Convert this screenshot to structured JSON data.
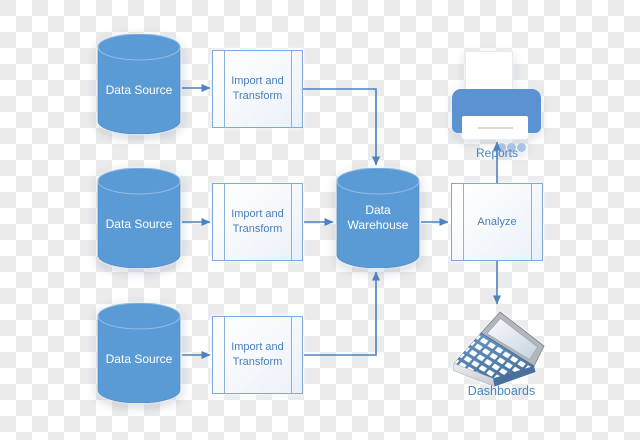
{
  "diagram": {
    "sources": [
      {
        "label": "Data Source"
      },
      {
        "label": "Data Source"
      },
      {
        "label": "Data Source"
      }
    ],
    "transforms": [
      {
        "line1": "Import and",
        "line2": "Transform"
      },
      {
        "line1": "Import and",
        "line2": "Transform"
      },
      {
        "line1": "Import and",
        "line2": "Transform"
      }
    ],
    "warehouse": {
      "line1": "Data",
      "line2": "Warehouse"
    },
    "analyze": {
      "label": "Analyze"
    },
    "reports": {
      "label": "Reports"
    },
    "dashboards": {
      "label": "Dashboards"
    },
    "icons": {
      "reports": "printer-icon",
      "dashboards": "laptop-icon"
    },
    "colors": {
      "shape_fill": "#5b9bd5",
      "shape_edge": "#4d87c4",
      "printer_body": "#5b92d2",
      "arrow": "#4d82c0",
      "box_border": "#7fa9d9",
      "box_text": "#4a7ebb",
      "cylinder_text": "#ffffff",
      "output_label_text": "#4487c8",
      "checker_gray": "#ebebeb",
      "checker_white": "#ffffff"
    }
  }
}
